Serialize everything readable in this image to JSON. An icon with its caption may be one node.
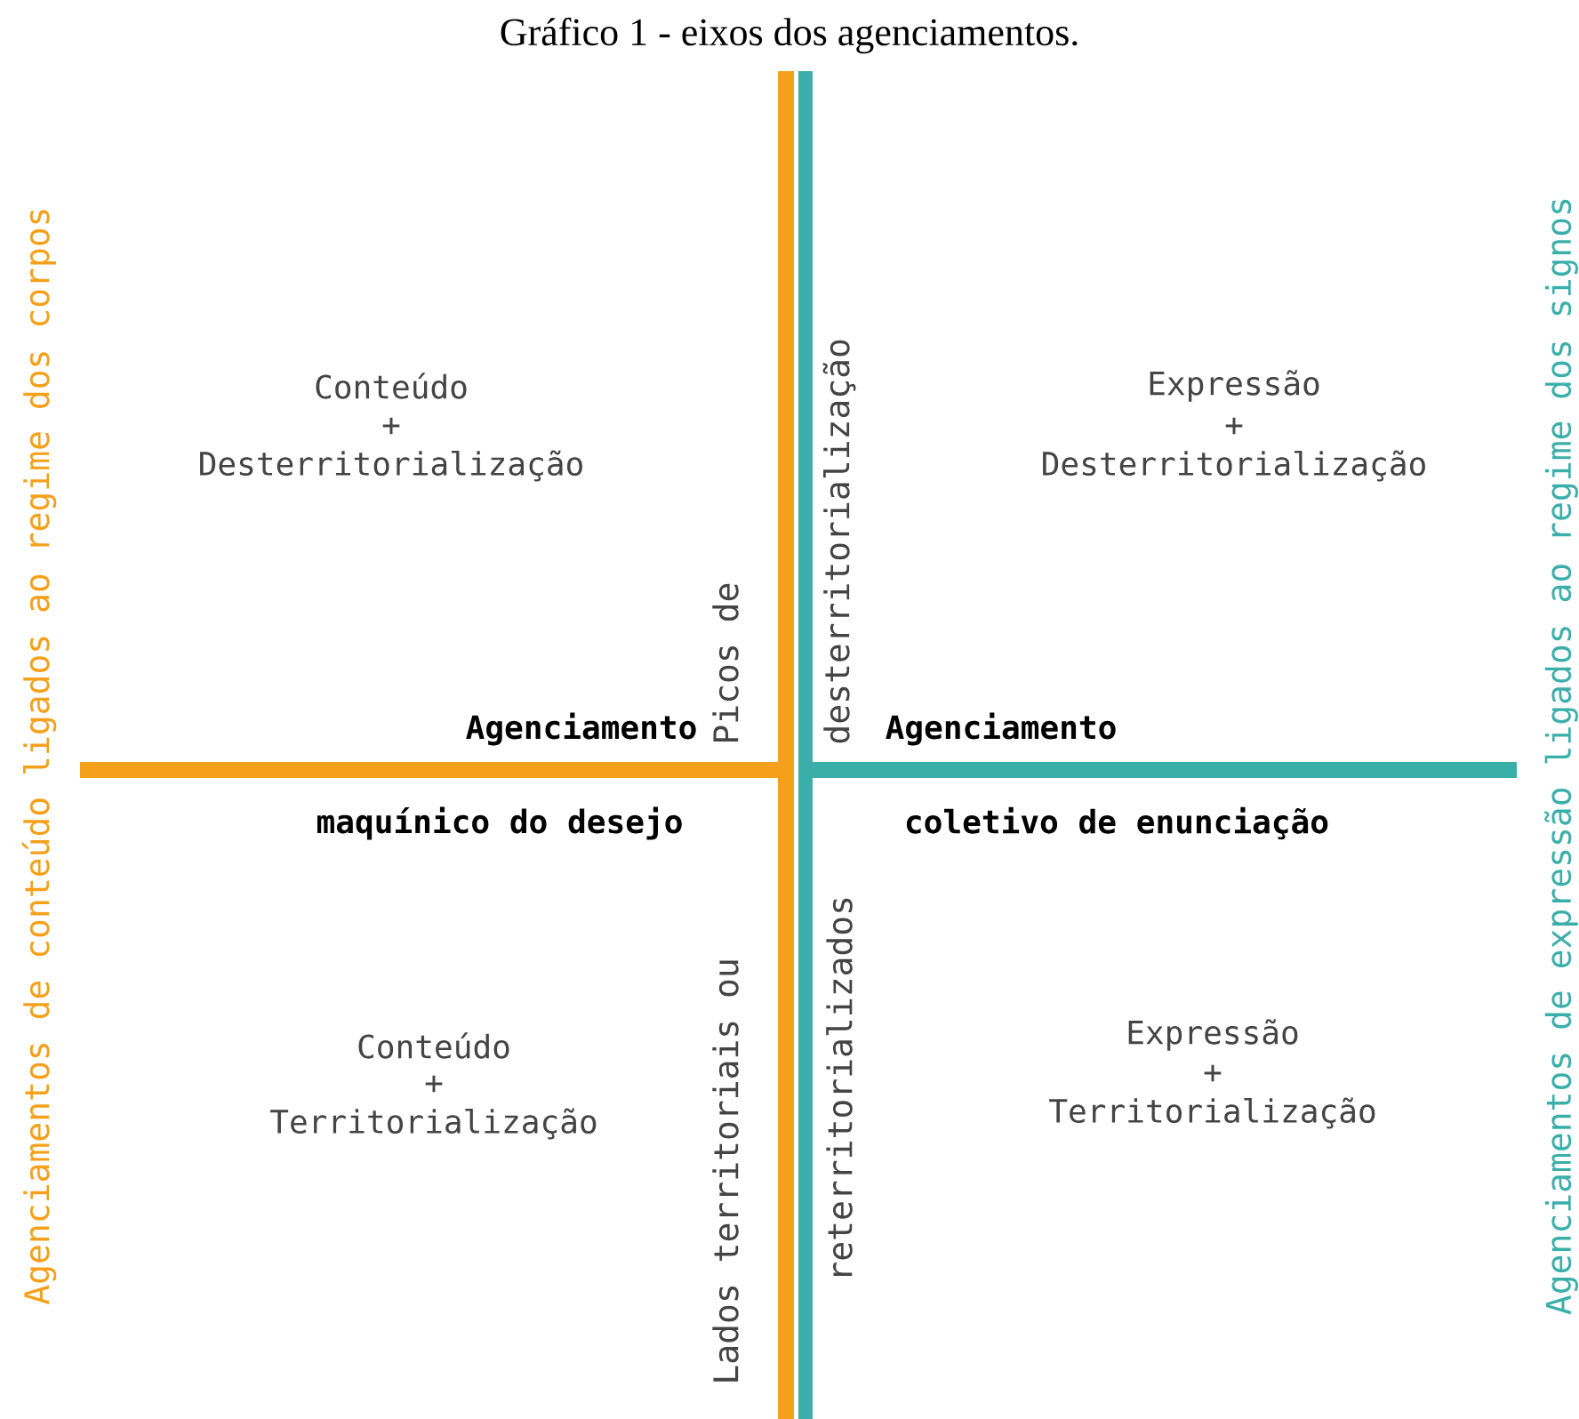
{
  "diagram": {
    "title": "Gráfico 1 - eixos dos agenciamentos.",
    "labels": [
      "Agenciamentos de conteúdo ligados ao regime dos corpos",
      "Picos de",
      "desterritorialização",
      "Conteúdo",
      "+",
      "Desterritorialização",
      "Expressão",
      "+",
      "Desterritorialização",
      "Agenciamento",
      "Agenciamento",
      "maquínico do desejo",
      "coletivo de enunciação",
      "Lados territoriais ou",
      "reterritorializados",
      "Conteúdo",
      "+",
      "Territorialização",
      "Expressão",
      "+",
      "Territorialização",
      "Agenciamentos de expressão ligados ao regime dos signos"
    ]
  }
}
